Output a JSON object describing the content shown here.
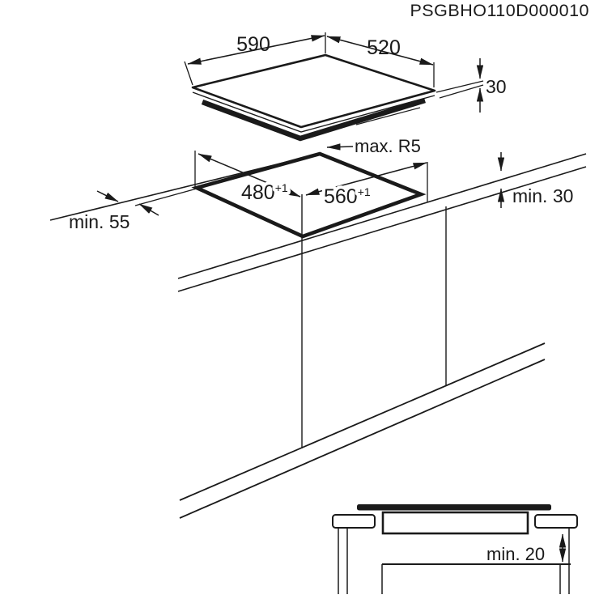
{
  "title": "PSGBHO110D000010",
  "colors": {
    "line": "#1a1a1a",
    "background": "#ffffff"
  },
  "hob": {
    "width_mm": "590",
    "depth_mm": "520",
    "height_mm": "30"
  },
  "cutout": {
    "depth_mm": "480",
    "depth_tolerance": "+1",
    "width_mm": "560",
    "width_tolerance": "+1",
    "corner_radius": "max. R5",
    "front_edge_distance": "min. 55",
    "worktop_thickness": "min. 30"
  },
  "section": {
    "clearance_below": "min. 20"
  }
}
